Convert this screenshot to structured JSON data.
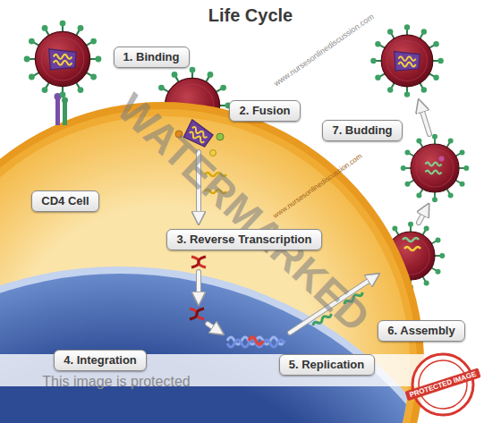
{
  "diagram": {
    "title": "Life Cycle",
    "nodes": [
      {
        "text": [
          "1. Binding"
        ]
      },
      {
        "text": [
          "2. Fusion"
        ]
      },
      {
        "text": [
          "7. Budding"
        ]
      },
      {
        "text": [
          "CD4 Cell"
        ]
      },
      {
        "text": [
          "3. Reverse Transcription"
        ]
      },
      {
        "text": [
          "6. Assembly"
        ]
      },
      {
        "text": [
          "4. Integration"
        ]
      },
      {
        "text": [
          "5. Replication"
        ]
      }
    ],
    "labels": [
      "WATERMARKED",
      "www.nursesonlinediscussion.com",
      "www.nursesonlinediscussion.com",
      "This image is protected",
      "PROTECTED IMAGE"
    ]
  }
}
